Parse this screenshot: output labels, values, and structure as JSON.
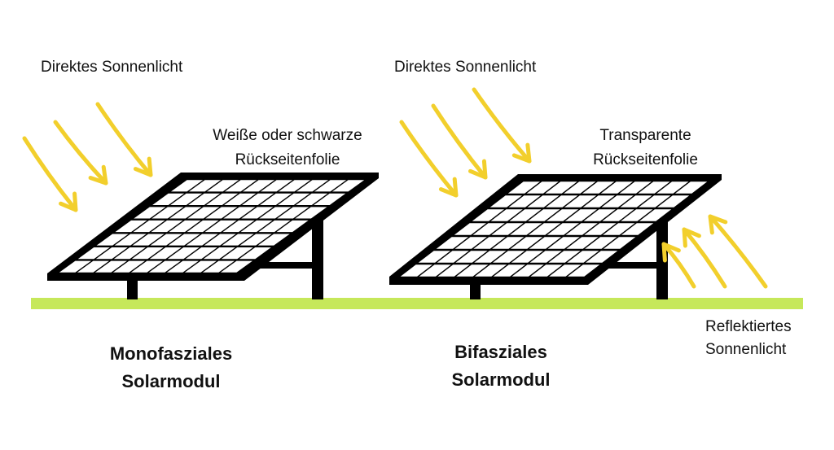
{
  "mono": {
    "sun_label": "Direktes Sonnenlicht",
    "backsheet_line1": "Weiße oder schwarze",
    "backsheet_line2": "Rückseitenfolie",
    "title_line1": "Monofasziales",
    "title_line2": "Solarmodul"
  },
  "bi": {
    "sun_label": "Direktes Sonnenlicht",
    "backsheet_line1": "Transparente",
    "backsheet_line2": "Rückseitenfolie",
    "title_line1": "Bifasziales",
    "title_line2": "Solarmodul",
    "reflected_line1": "Reflektiertes",
    "reflected_line2": "Sonnenlicht"
  },
  "colors": {
    "ground": "#c6e85a",
    "sun_arrow": "#f2cf2c",
    "panel_frame": "#000000",
    "panel_cell": "#ffffff"
  }
}
